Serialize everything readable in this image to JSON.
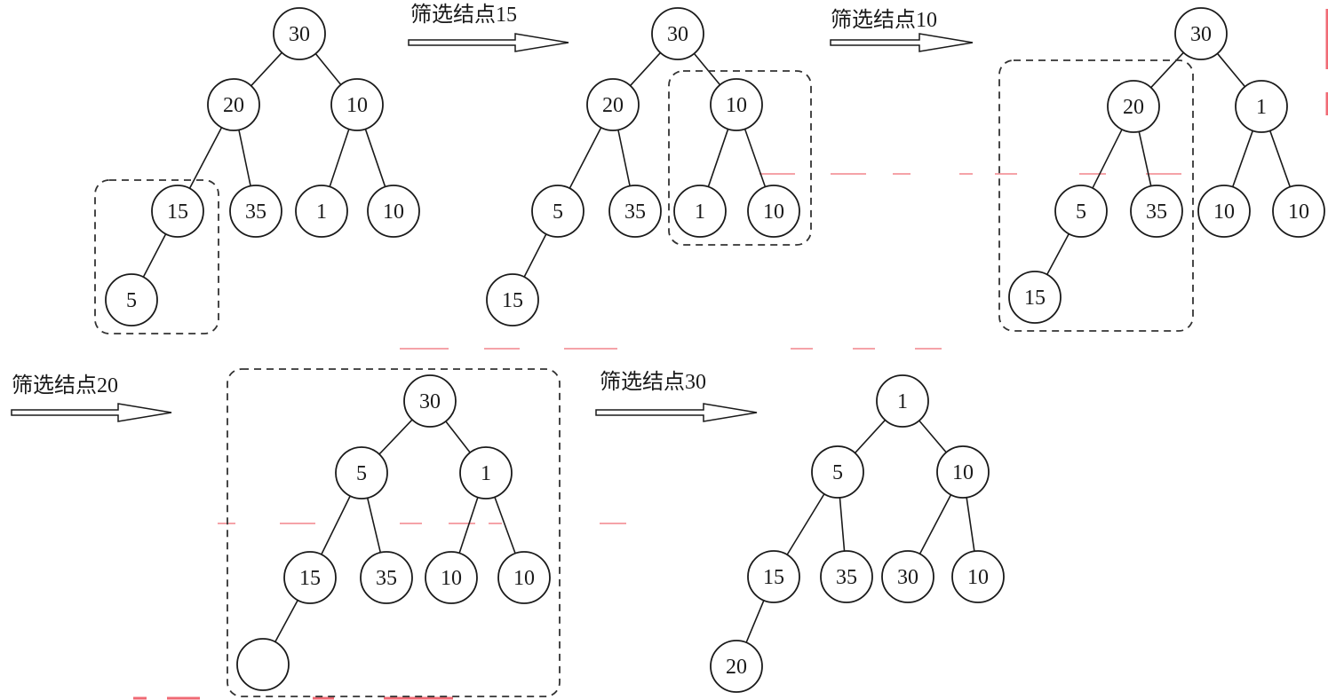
{
  "diagram": {
    "title": "Heap build by sift-down (筛选) steps",
    "steps": [
      {
        "id": "initial",
        "label": "",
        "highlighted_subtree_root": 3,
        "nodes": [
          "30",
          "20",
          "10",
          "15",
          "35",
          "1",
          "10",
          "5"
        ]
      },
      {
        "id": "after-15",
        "label": "筛选结点15",
        "highlighted_subtree_root": 2,
        "nodes": [
          "30",
          "20",
          "10",
          "5",
          "35",
          "1",
          "10",
          "15"
        ]
      },
      {
        "id": "after-10",
        "label": "筛选结点10",
        "highlighted_subtree_root": 1,
        "nodes": [
          "30",
          "20",
          "1",
          "5",
          "35",
          "10",
          "10",
          "15"
        ]
      },
      {
        "id": "after-20",
        "label": "筛选结点20",
        "highlighted_subtree_root": 0,
        "nodes": [
          "30",
          "5",
          "1",
          "15",
          "35",
          "10",
          "10",
          ""
        ]
      },
      {
        "id": "after-30",
        "label": "筛选结点30",
        "highlighted_subtree_root": null,
        "nodes": [
          "1",
          "5",
          "10",
          "15",
          "35",
          "30",
          "10",
          "20"
        ]
      }
    ],
    "colors": {
      "ink": "#1a1a1a",
      "dash": "#333333",
      "artifact": "#f5a3a8"
    }
  }
}
